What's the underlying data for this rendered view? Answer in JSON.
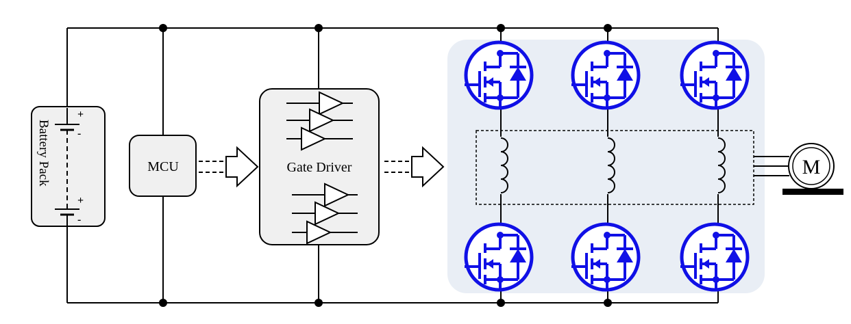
{
  "diagram": {
    "battery_label": "Battery Pack",
    "battery_plus": "+",
    "battery_minus": "-",
    "mcu_label": "MCU",
    "gate_driver_label": "Gate Driver",
    "motor_label": "M",
    "colors": {
      "wire": "#000000",
      "block_fill": "#f0f0f0",
      "inverter_bg": "#e9eef5",
      "mosfet": "#1010e6"
    }
  }
}
